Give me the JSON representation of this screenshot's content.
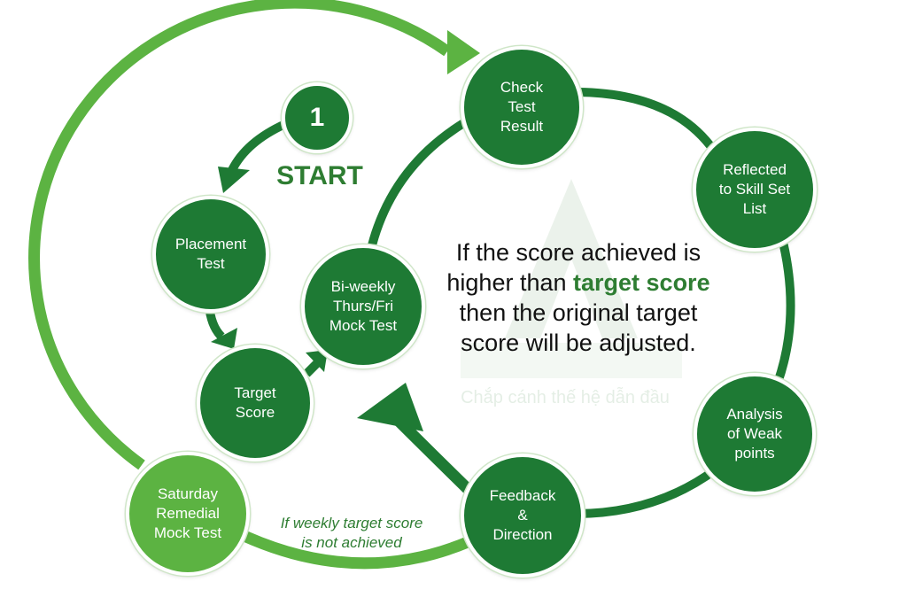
{
  "start": {
    "step_number": "1",
    "label": "START"
  },
  "nodes": {
    "placement_test": "Placement\nTest",
    "target_score": "Target\nScore",
    "biweekly_mock_test": "Bi-weekly\nThurs/Fri\nMock Test",
    "check_test_result": "Check\nTest\nResult",
    "reflected_skill_set": "Reflected\nto Skill Set\nList",
    "analysis_weak_points": "Analysis\nof Weak\npoints",
    "feedback_direction": "Feedback\n&\nDirection",
    "saturday_remedial": "Saturday\nRemedial\nMock Test"
  },
  "center_note": {
    "part1": "If the score achieved is higher than ",
    "highlight": "target score",
    "part2": " then the original target score will be adjusted."
  },
  "loop_note": "If weekly target score\nis not achieved",
  "watermark": {
    "subtitle": "Chắp cánh thế hệ dẫn đầu"
  },
  "colors": {
    "dark_green": "#1e7a34",
    "light_green": "#5cb342",
    "text_green": "#2e7d32"
  }
}
